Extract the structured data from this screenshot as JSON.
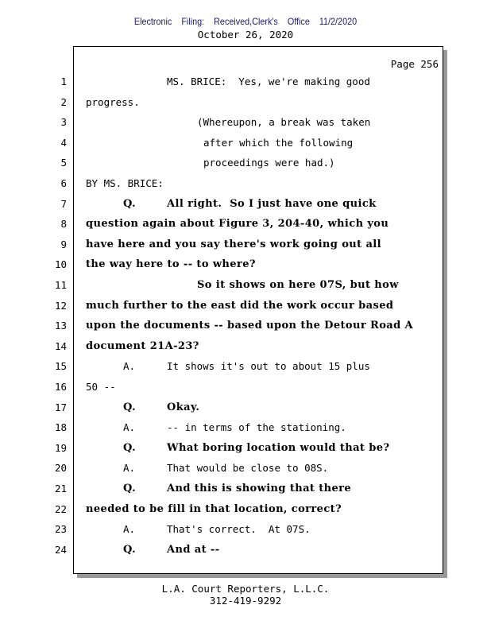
{
  "header": {
    "filing": "Electronic Filing: Received,Clerk's Office 11/2/2020",
    "date": "October 26, 2020"
  },
  "page_label": "Page 256",
  "lines": [
    {
      "num": "1",
      "label": "",
      "text": "MS. BRICE:  Yes, we're making good",
      "indent": "col2",
      "bold": false
    },
    {
      "num": "2",
      "label": "",
      "text": "progress.",
      "indent": "left",
      "bold": false
    },
    {
      "num": "3",
      "label": "",
      "text": "(Whereupon, a break was taken",
      "indent": "paren",
      "bold": false
    },
    {
      "num": "4",
      "label": "",
      "text": "after which the following",
      "indent": "paren2",
      "bold": false
    },
    {
      "num": "5",
      "label": "",
      "text": "proceedings were had.)",
      "indent": "paren2",
      "bold": false
    },
    {
      "num": "6",
      "label": "",
      "text": "BY MS. BRICE:",
      "indent": "left",
      "bold": false
    },
    {
      "num": "7",
      "label": "Q.",
      "text": "All right.  So I just have one quick",
      "indent": "col2",
      "bold": true
    },
    {
      "num": "8",
      "label": "",
      "text": "question again about Figure 3, 204-40, which you",
      "indent": "left",
      "bold": true
    },
    {
      "num": "9",
      "label": "",
      "text": "have here and you say there's work going out all",
      "indent": "left",
      "bold": true
    },
    {
      "num": "10",
      "label": "",
      "text": "the way here to -- to where?",
      "indent": "left",
      "bold": true
    },
    {
      "num": "11",
      "label": "",
      "text": "So it shows on here 07S, but how",
      "indent": "paren",
      "bold": true
    },
    {
      "num": "12",
      "label": "",
      "text": "much further to the east did the work occur based",
      "indent": "left",
      "bold": true
    },
    {
      "num": "13",
      "label": "",
      "text": "upon the documents -- based upon the Detour Road A",
      "indent": "left",
      "bold": true
    },
    {
      "num": "14",
      "label": "",
      "text": "document 21A-23?",
      "indent": "left",
      "bold": true
    },
    {
      "num": "15",
      "label": "A.",
      "text": "It shows it's out to about 15 plus",
      "indent": "col2",
      "bold": false
    },
    {
      "num": "16",
      "label": "",
      "text": "50 --",
      "indent": "left",
      "bold": false
    },
    {
      "num": "17",
      "label": "Q.",
      "text": "Okay.",
      "indent": "col2",
      "bold": true
    },
    {
      "num": "18",
      "label": "A.",
      "text": "-- in terms of the stationing.",
      "indent": "col2",
      "bold": false
    },
    {
      "num": "19",
      "label": "Q.",
      "text": "What boring location would that be?",
      "indent": "col2",
      "bold": true
    },
    {
      "num": "20",
      "label": "A.",
      "text": "That would be close to 08S.",
      "indent": "col2",
      "bold": false
    },
    {
      "num": "21",
      "label": "Q.",
      "text": "And this is showing that there",
      "indent": "col2",
      "bold": true
    },
    {
      "num": "22",
      "label": "",
      "text": "needed to be fill in that location, correct?",
      "indent": "left",
      "bold": true
    },
    {
      "num": "23",
      "label": "A.",
      "text": "That's correct.  At 07S.",
      "indent": "col2",
      "bold": false
    },
    {
      "num": "24",
      "label": "Q.",
      "text": "And at --",
      "indent": "col2",
      "bold": true
    }
  ],
  "footer": {
    "company": "L.A. Court Reporters, L.L.C.",
    "phone": "312-419-9292"
  }
}
